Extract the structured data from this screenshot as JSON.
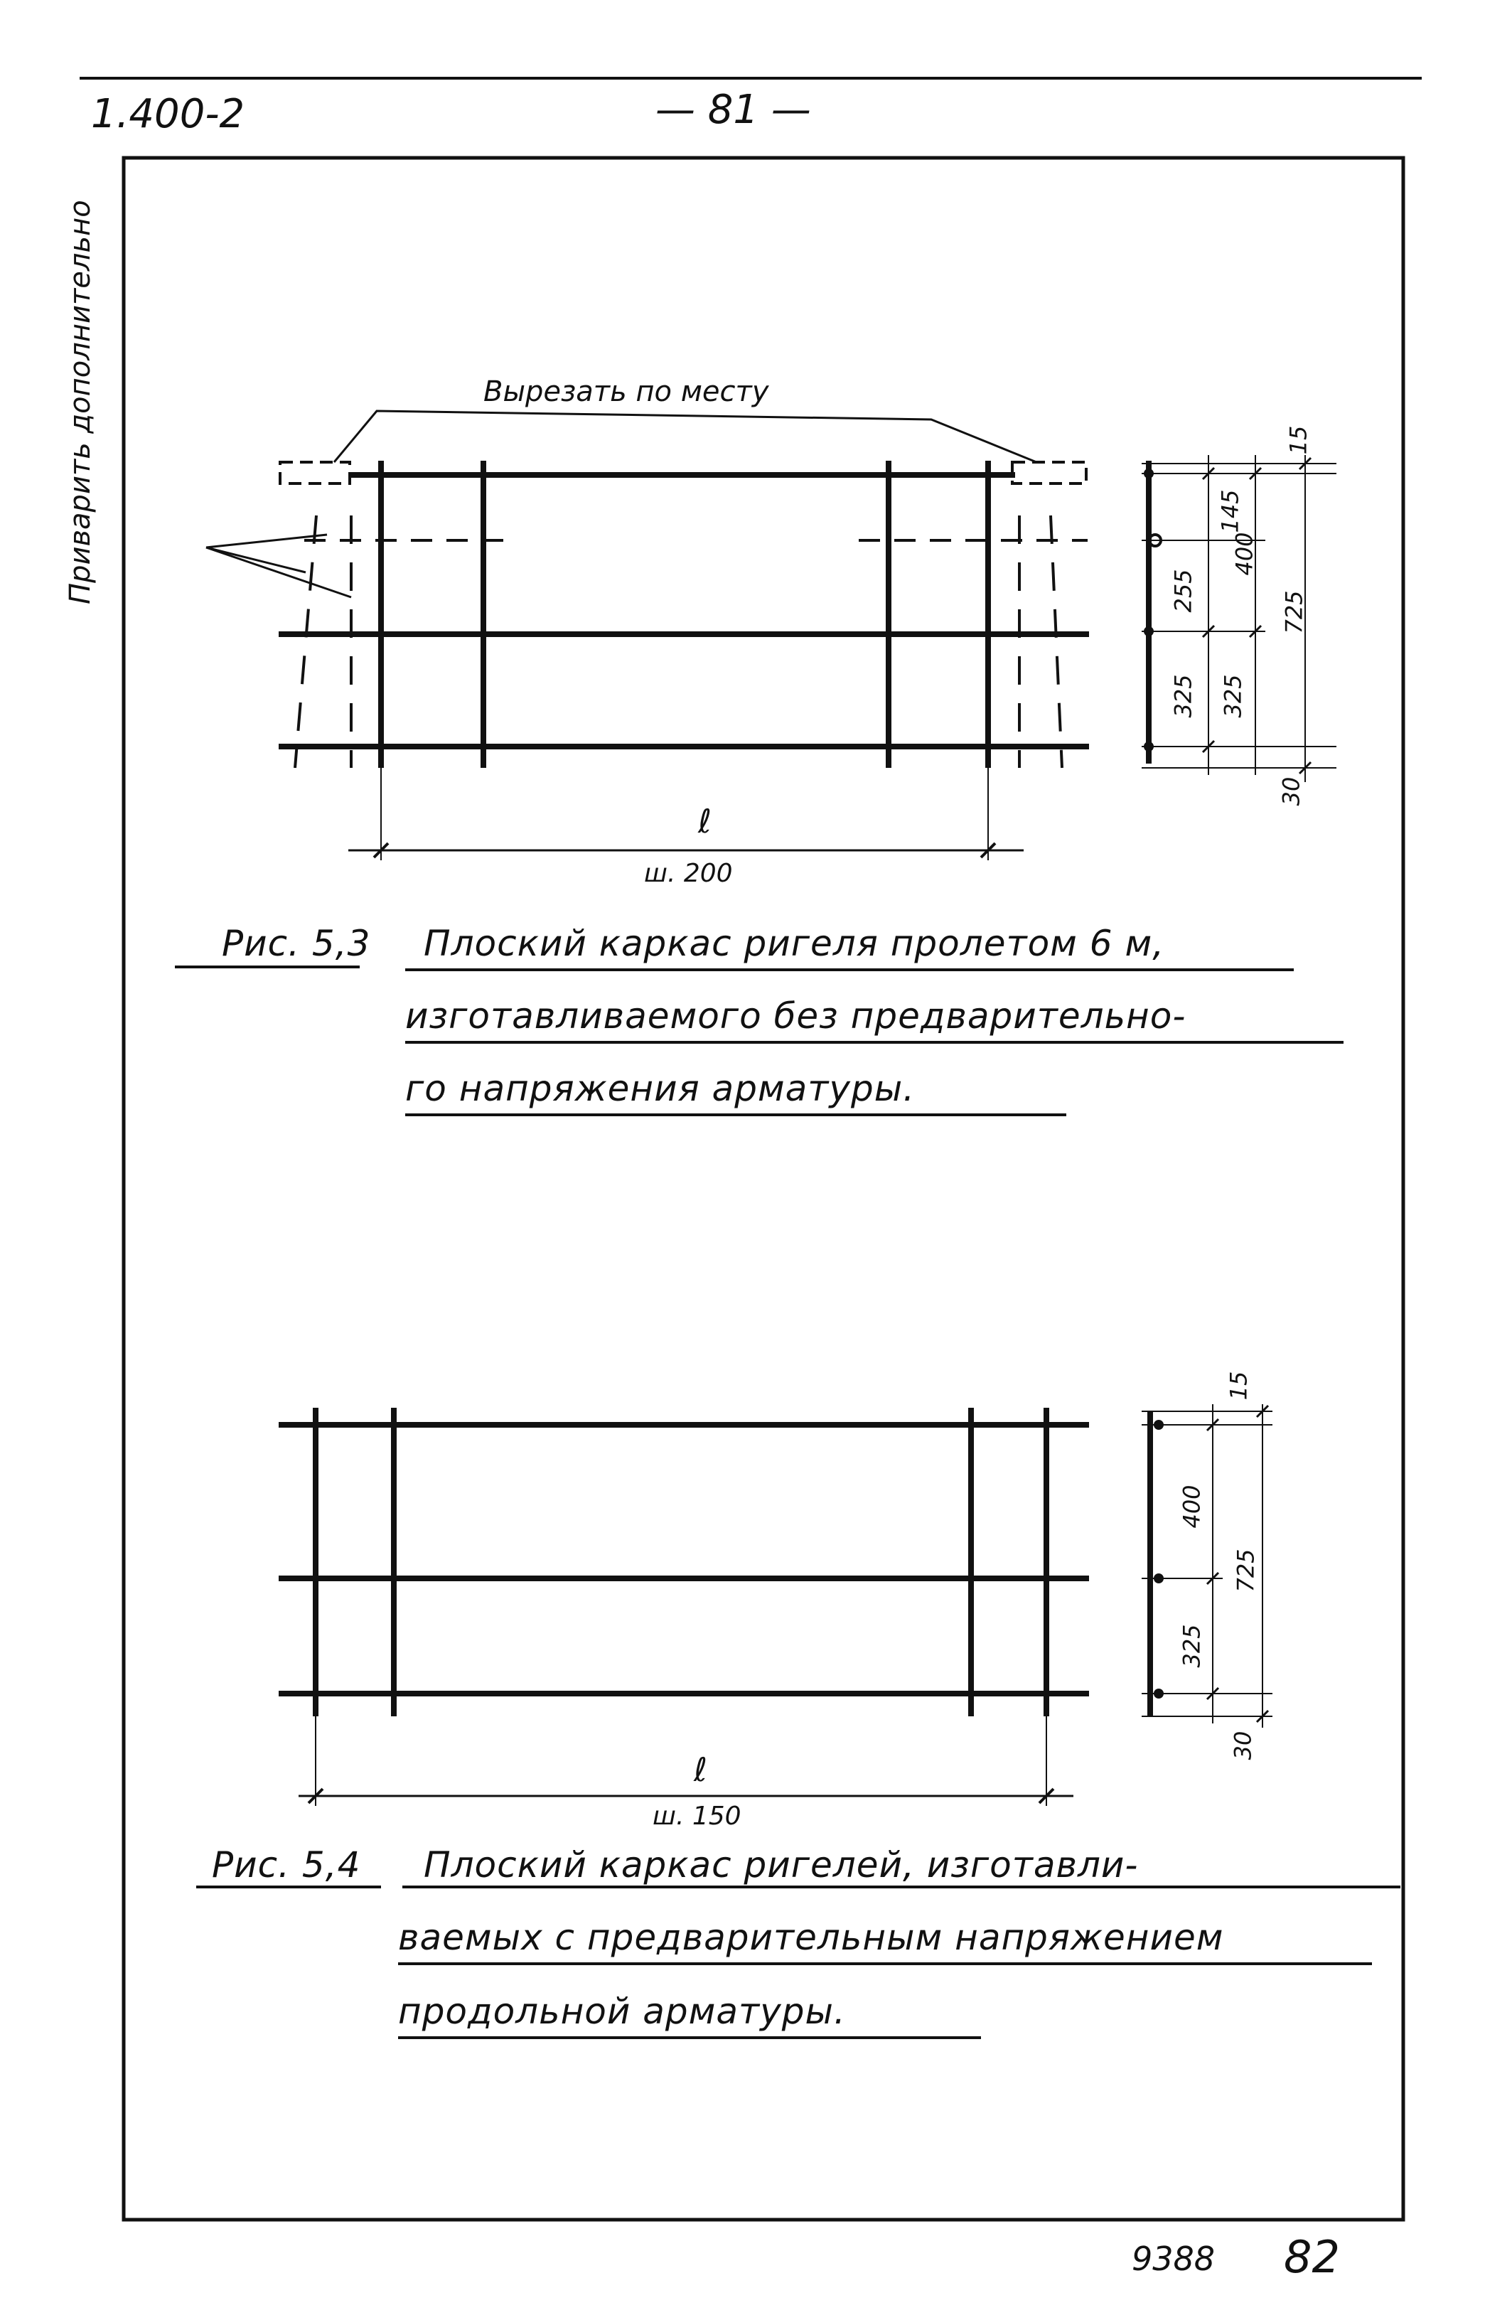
{
  "header": {
    "doc_code": "1.400-2",
    "page_number": "— 81 —"
  },
  "figure_1": {
    "annotation_weld": "Приварить дополнительно",
    "annotation_cut": "Вырезать по месту",
    "length_symbol": "ℓ",
    "length_step": "ш. 200",
    "dims": [
      "15",
      "145",
      "255",
      "400",
      "725",
      "325",
      "325",
      "30"
    ],
    "caption_label": "Рис. 5,3",
    "caption_lines": [
      "Плоский каркас ригеля пролетом 6 м,",
      "изготавливаемого без предварительно-",
      "го напряжения арматуры."
    ]
  },
  "figure_2": {
    "length_symbol": "ℓ",
    "length_step": "ш. 150",
    "dims": [
      "15",
      "400",
      "725",
      "325",
      "30"
    ],
    "caption_label": "Рис. 5,4",
    "caption_lines": [
      "Плоский каркас ригелей, изготавли-",
      "ваемых с предварительным напряжением",
      "продольной арматуры."
    ]
  },
  "footer": {
    "archive_number": "9388",
    "sheet_number": "82"
  }
}
